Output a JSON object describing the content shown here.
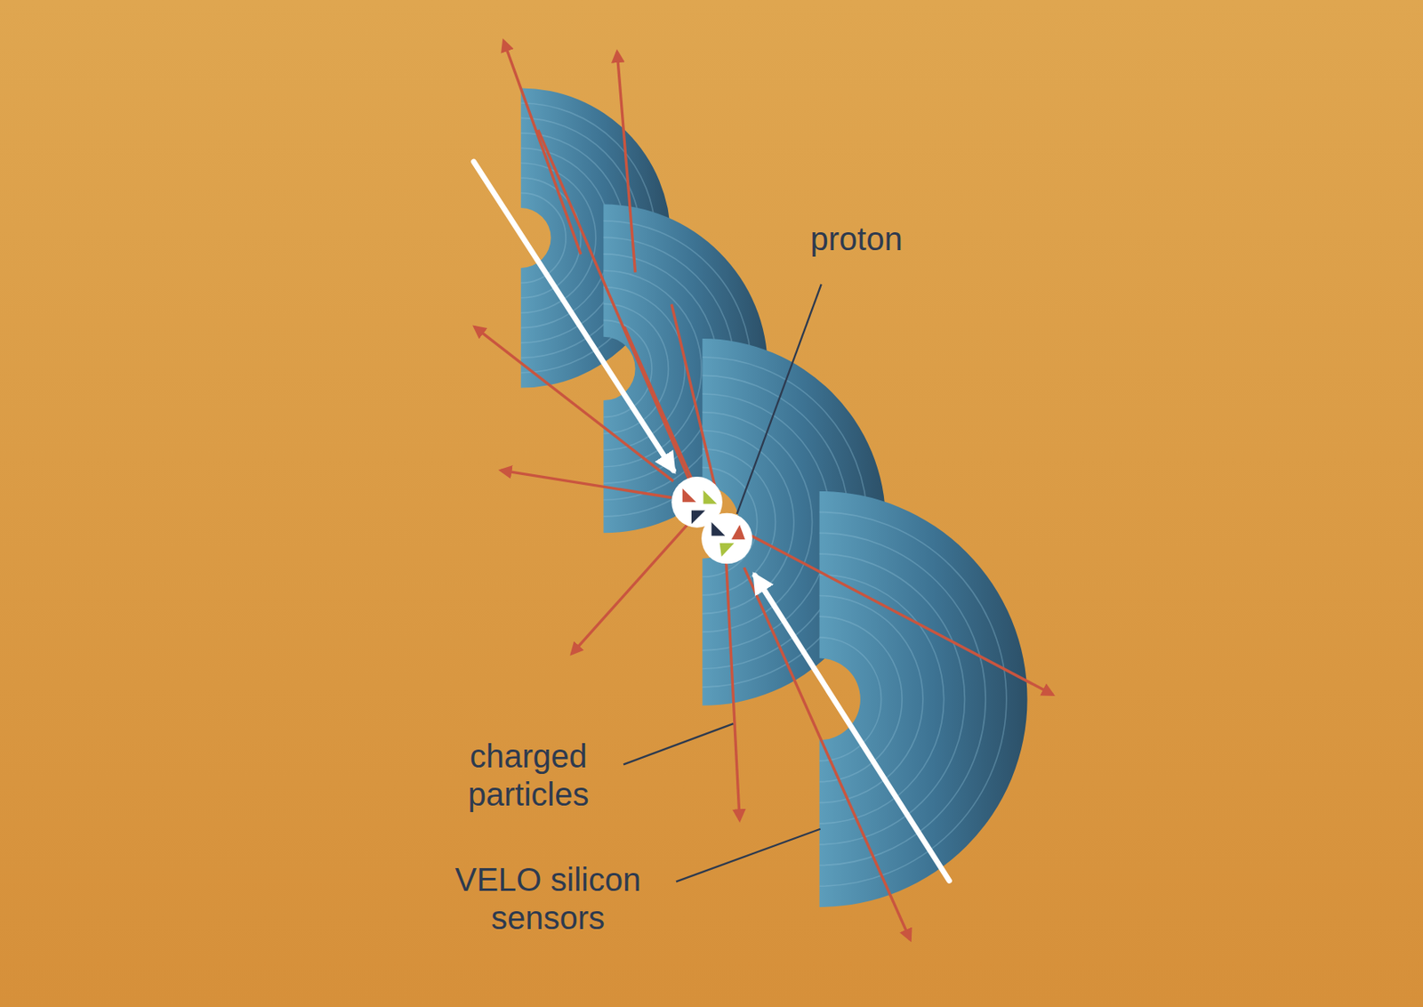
{
  "diagram": {
    "labels": [
      "proton",
      "charged particles",
      "VELO silicon sensors"
    ]
  }
}
